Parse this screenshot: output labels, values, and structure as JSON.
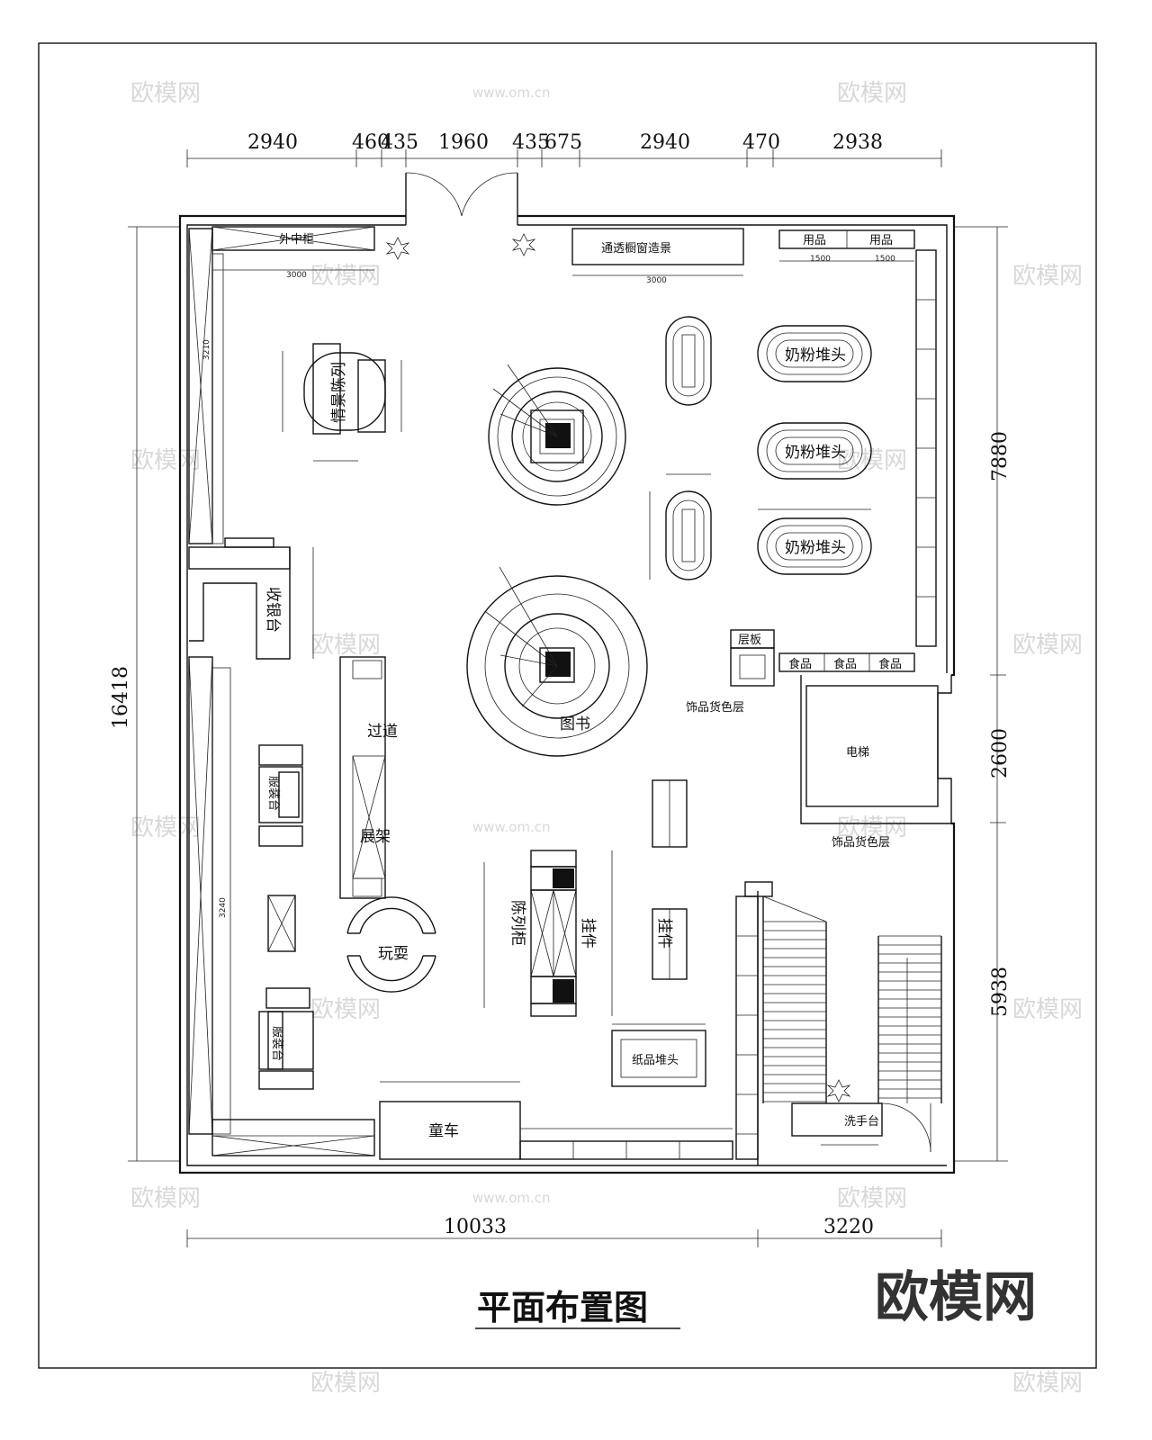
{
  "drawing": {
    "title": "平面布置图",
    "brand_logo": "欧模网",
    "watermark_text": "欧模网",
    "watermark_url": "www.om.cn"
  },
  "top_dimensions": [
    "2940",
    "460",
    "435",
    "1960",
    "435",
    "675",
    "2940",
    "470",
    "2938"
  ],
  "bottom_dimensions": [
    "10033",
    "3220"
  ],
  "left_dimensions": [
    "16418"
  ],
  "right_dimensions": [
    "7880",
    "2600",
    "5938"
  ],
  "labels": {
    "window_display": "通透橱窗造景",
    "service_desk": "收银台",
    "situation_display": "情景陈列",
    "passage": "过道",
    "display_rack": "展架",
    "toy": "玩耍",
    "picture_book": "图书",
    "milk_powder_1": "奶粉堆头",
    "milk_powder_2": "奶粉堆头",
    "milk_powder_3": "奶粉堆头",
    "hanging_1": "挂件",
    "hanging_2": "挂件",
    "stroller": "童车",
    "elevator": "电梯",
    "jewelry_1": "饰品货色层",
    "jewelry_2": "饰品货色层",
    "food_1": "食品",
    "food_2": "食品",
    "food_3": "食品",
    "supplies_1": "用品",
    "supplies_2": "用品",
    "outside": "外中柜",
    "wash": "洗手台",
    "paper": "纸品堆头",
    "counter": "层板",
    "sleepwear": "陈列柜",
    "cashier_box": "服装台"
  },
  "colors": {
    "line": "#111111",
    "watermark": "#d8d8d8",
    "background": "#ffffff"
  }
}
